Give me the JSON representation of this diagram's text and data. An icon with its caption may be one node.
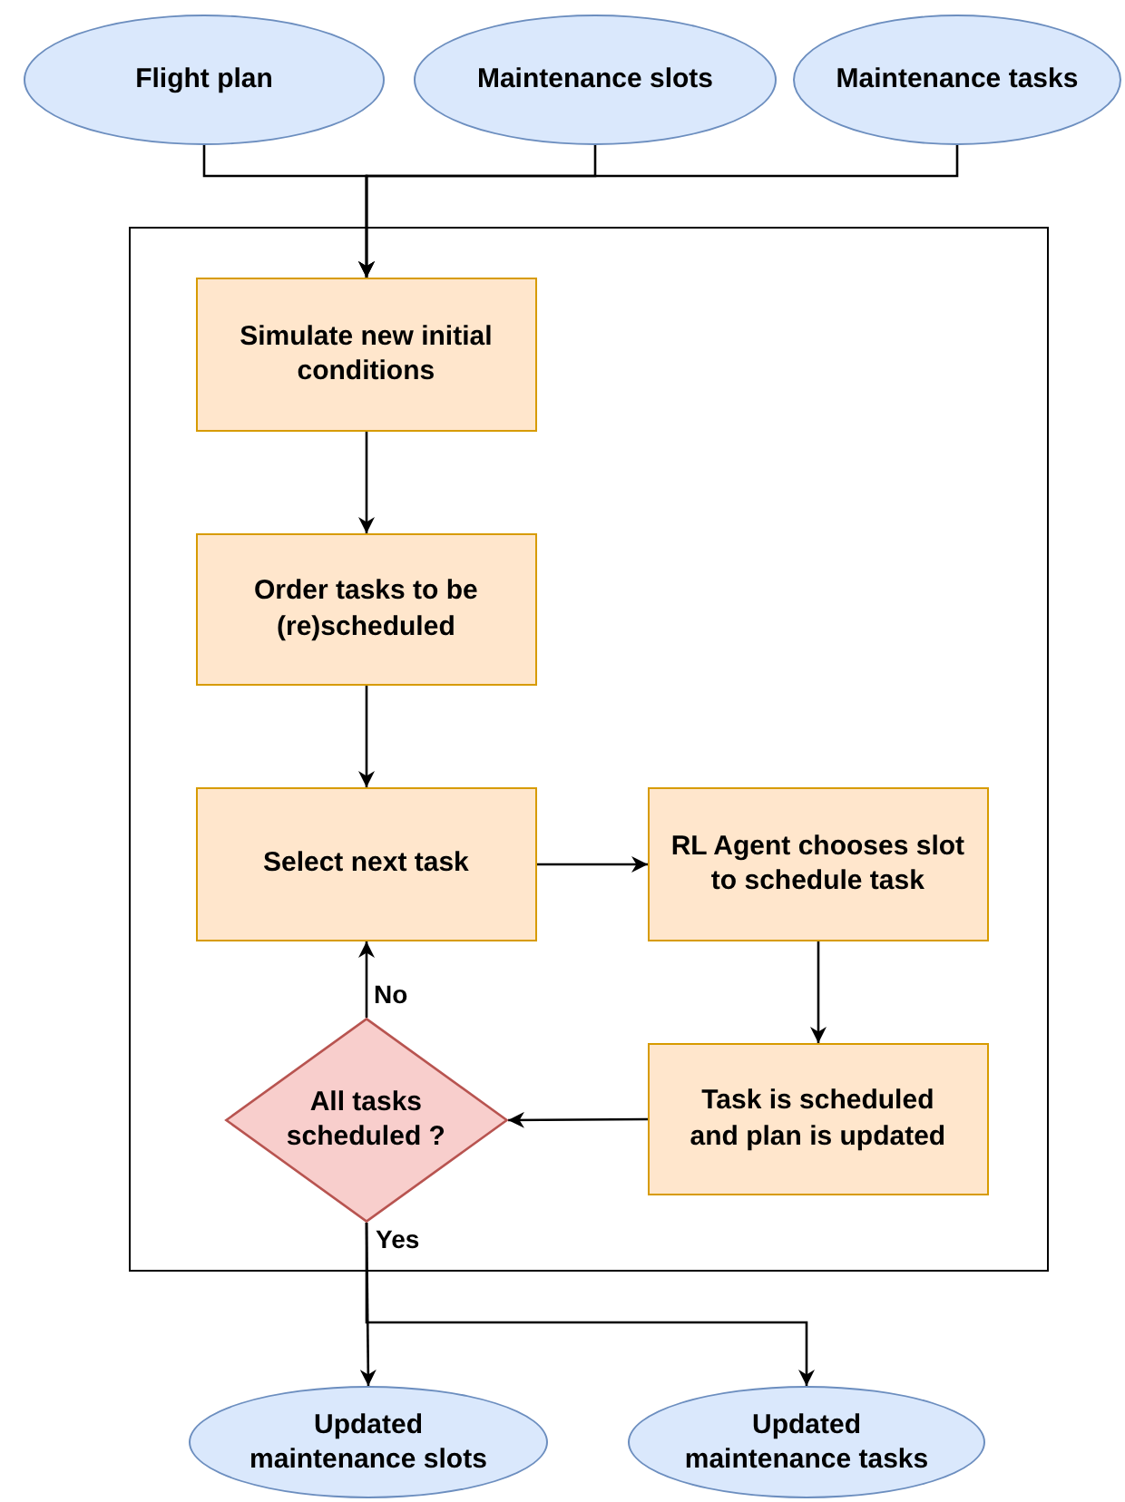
{
  "diagram": {
    "nodes": [
      {
        "text": [
          "Flight plan"
        ]
      },
      {
        "text": [
          "Maintenance slots"
        ]
      },
      {
        "text": [
          "Maintenance tasks"
        ]
      },
      {
        "text": [],
        "shape": "box"
      },
      {
        "text": [
          "Simulate new initial conditions"
        ],
        "in": 3
      },
      {
        "text": [
          "Order tasks to be (re)scheduled"
        ],
        "in": 3
      },
      {
        "text": [
          "Select next task"
        ],
        "in": 3
      },
      {
        "text": [
          "RL Agent chooses slot to schedule task"
        ],
        "in": 3
      },
      {
        "text": [
          "Task is scheduled and plan is updated"
        ],
        "in": 3
      },
      {
        "text": [
          "All tasks scheduled ?"
        ],
        "in": 3
      },
      {
        "text": [
          "Updated maintenance slots"
        ]
      },
      {
        "text": [
          "Updated maintenance tasks"
        ]
      }
    ],
    "edges": [
      {
        "from": 0,
        "to": 4,
        "arrow": "to"
      },
      {
        "from": 1,
        "to": 4,
        "arrow": "to"
      },
      {
        "from": 2,
        "to": 4,
        "arrow": "to"
      },
      {
        "from": 4,
        "to": 5,
        "arrow": "to"
      },
      {
        "from": 5,
        "to": 6,
        "arrow": "to"
      },
      {
        "from": 6,
        "to": 7,
        "arrow": "to"
      },
      {
        "from": 7,
        "to": 8,
        "arrow": "to"
      },
      {
        "from": 8,
        "to": 9,
        "arrow": "to"
      },
      {
        "from": 9,
        "to": 6,
        "arrow": "to",
        "label": "No"
      },
      {
        "from": 9,
        "to": 10,
        "arrow": "to",
        "label": "Yes"
      },
      {
        "from": 9,
        "to": 11,
        "arrow": "to"
      }
    ]
  }
}
